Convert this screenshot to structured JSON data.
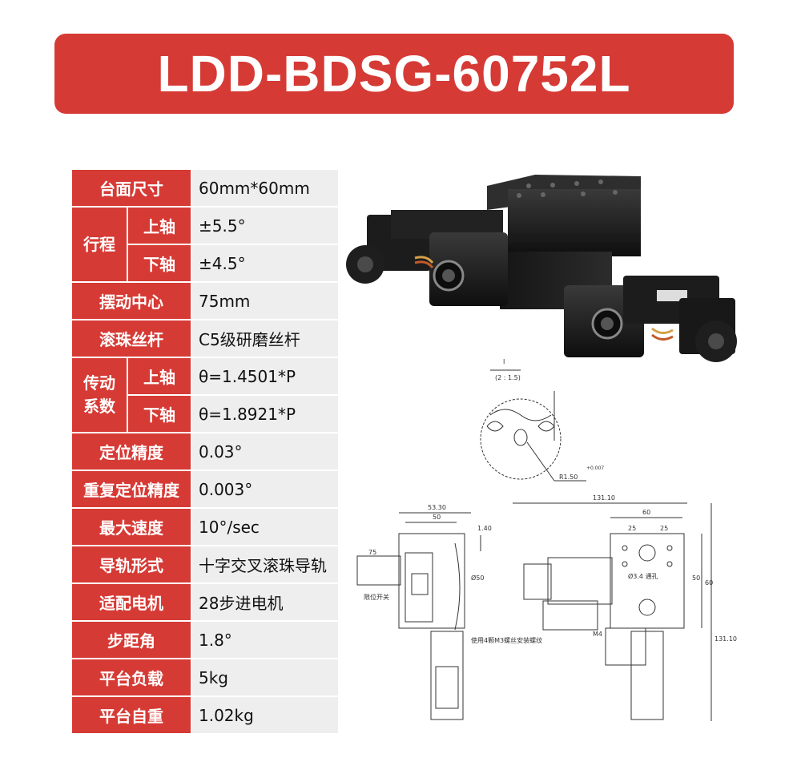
{
  "header": {
    "title": "LDD-BDSG-60752L"
  },
  "specs": {
    "table_size": {
      "label": "台面尺寸",
      "value": "60mm*60mm"
    },
    "travel": {
      "label": "行程",
      "upper": {
        "label": "上轴",
        "value": "±5.5°"
      },
      "lower": {
        "label": "下轴",
        "value": "±4.5°"
      }
    },
    "swing_center": {
      "label": "摆动中心",
      "value": "75mm"
    },
    "ball_screw": {
      "label": "滚珠丝杆",
      "value": "C5级研磨丝杆"
    },
    "transmission": {
      "label_line1": "传动",
      "label_line2": "系数",
      "upper": {
        "label": "上轴",
        "value": "θ=1.4501*P"
      },
      "lower": {
        "label": "下轴",
        "value": "θ=1.8921*P"
      }
    },
    "positioning_accuracy": {
      "label": "定位精度",
      "value": "0.03°"
    },
    "repeat_accuracy": {
      "label": "重复定位精度",
      "value": "0.003°"
    },
    "max_speed": {
      "label": "最大速度",
      "value": "10°/sec"
    },
    "guide_rail": {
      "label": "导轨形式",
      "value": "十字交叉滚珠导轨"
    },
    "motor": {
      "label": "适配电机",
      "value": "28步进电机"
    },
    "step_angle": {
      "label": "步距角",
      "value": "1.8°"
    },
    "load": {
      "label": "平台负载",
      "value": "5kg"
    },
    "weight": {
      "label": "平台自重",
      "value": "1.02kg"
    }
  },
  "drawing": {
    "detail_label": "I",
    "detail_scale": "(2 : 1.5)",
    "radius_note": "R1.50",
    "tolerance": "+0.007",
    "dim_side_width": "53.30",
    "dim_side_inner": "50",
    "dim_side_small": "1.40",
    "dim_side_height": "Ø50",
    "dim_left_tab": "75",
    "note_left": "限位开关",
    "note_bottom": "使用4颗M3螺丝安装螺纹",
    "dim_top_total": "131.10",
    "dim_top_width": "60",
    "dim_top_a": "25",
    "dim_top_b": "25",
    "dim_right_a": "50",
    "dim_right_b": "60",
    "dim_right_total": "131.10",
    "hole_note": "Ø3.4 通孔",
    "hole_note_2": "M4"
  }
}
